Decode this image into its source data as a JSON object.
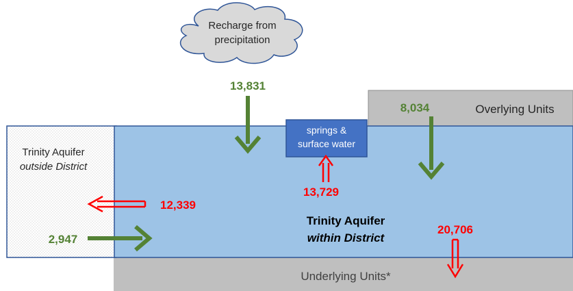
{
  "cloud": {
    "line1": "Recharge from",
    "line2": "precipitation"
  },
  "outside_district": {
    "line1": "Trinity Aquifer",
    "line2": "outside District"
  },
  "within_district": {
    "line1": "Trinity Aquifer",
    "line2": "within District"
  },
  "springs_box": {
    "line1": "springs &",
    "line2": "surface water"
  },
  "overlying": {
    "label": "Overlying Units"
  },
  "underlying": {
    "label": "Underlying Units*"
  },
  "flows": {
    "recharge": "13,831",
    "from_overlying": "8,034",
    "to_springs": "13,729",
    "to_outside": "12,339",
    "from_outside": "2,947",
    "to_underlying": "20,706"
  },
  "colors": {
    "aquifer_fill": "#9dc3e6",
    "aquifer_border": "#2f5597",
    "springs_fill": "#4472c4",
    "units_fill": "#bfbfbf",
    "inflow": "#548235",
    "outflow": "#ff0000",
    "cloud_fill": "#d9d9d9"
  }
}
